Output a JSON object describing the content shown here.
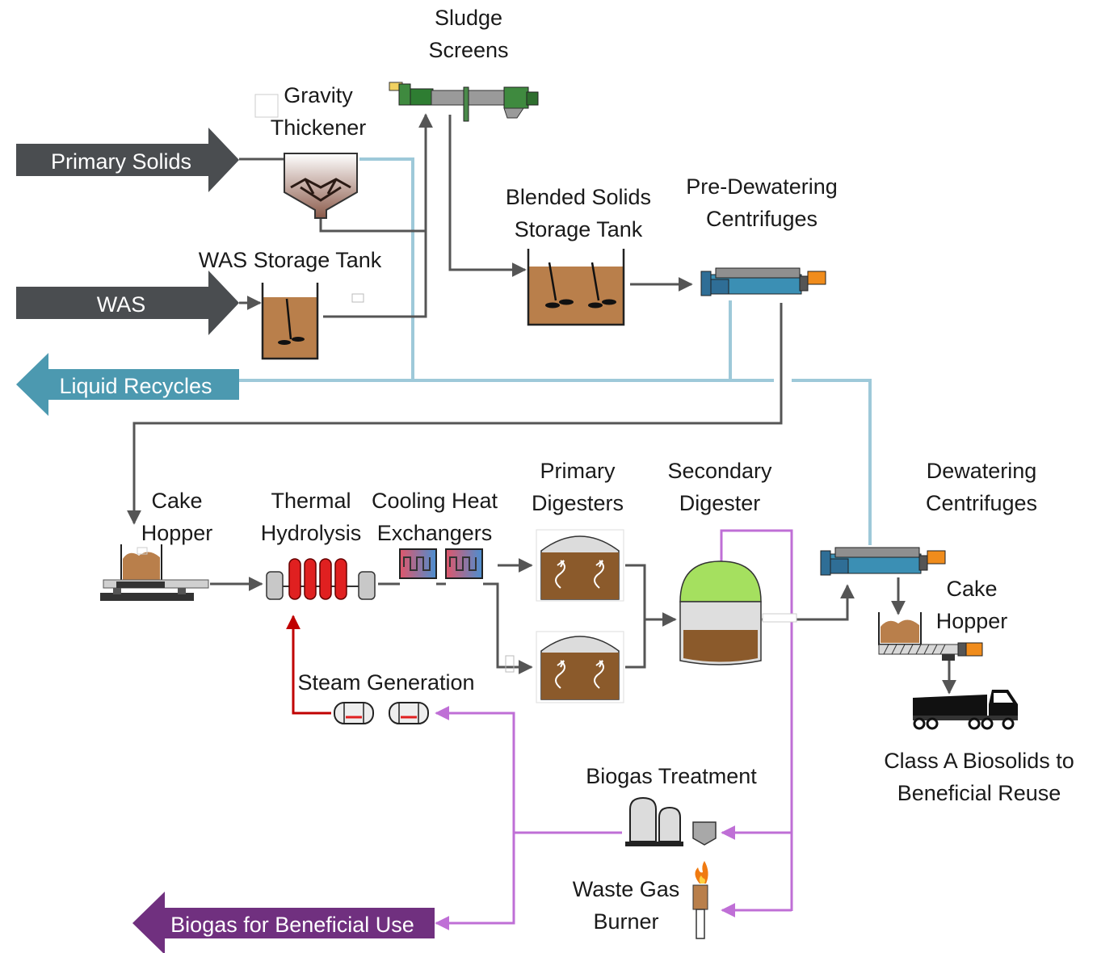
{
  "labels": {
    "sludge_screens": [
      "Sludge",
      "Screens"
    ],
    "gravity_thickener": [
      "Gravity",
      "Thickener"
    ],
    "was_storage_tank": "WAS  Storage  Tank",
    "blended_solids": [
      "Blended  Solids",
      "Storage  Tank"
    ],
    "pre_dewatering": [
      "Pre-Dewatering",
      "Centrifuges"
    ],
    "cake_hopper_1": [
      "Cake",
      "Hopper"
    ],
    "thermal_hydrolysis": [
      "Thermal",
      "Hydrolysis"
    ],
    "cooling_hx": [
      "Cooling  Heat",
      "Exchangers"
    ],
    "primary_digesters": [
      "Primary",
      "Digesters"
    ],
    "secondary_digester": [
      "Secondary",
      "Digester"
    ],
    "dewatering_centrifuges": [
      "Dewatering",
      "Centrifuges"
    ],
    "cake_hopper_2": [
      "Cake",
      "Hopper"
    ],
    "steam_generation": "Steam  Generation",
    "class_a": [
      "Class  A Biosolids  to",
      "Beneficial  Reuse"
    ],
    "biogas_treatment": "Biogas Treatment",
    "waste_gas_burner": [
      "Waste Gas",
      "Burner"
    ]
  },
  "streams": {
    "primary_solids": "Primary  Solids",
    "was": "WAS",
    "liquid_recycles": "Liquid  Recycles",
    "biogas_beneficial": "Biogas  for  Beneficial  Use"
  },
  "colors": {
    "dark_arrow": "#4a4d50",
    "recycle_blue": "#4c99b0",
    "recycle_line": "#9ec9d9",
    "biogas_purple": "#70307f",
    "gas_line": "#bf6fd6",
    "steam_red": "#c00000",
    "sludge_brown": "#b97f4b",
    "machine_blue": "#3b8fb4",
    "digester_green": "#a5e05f"
  }
}
